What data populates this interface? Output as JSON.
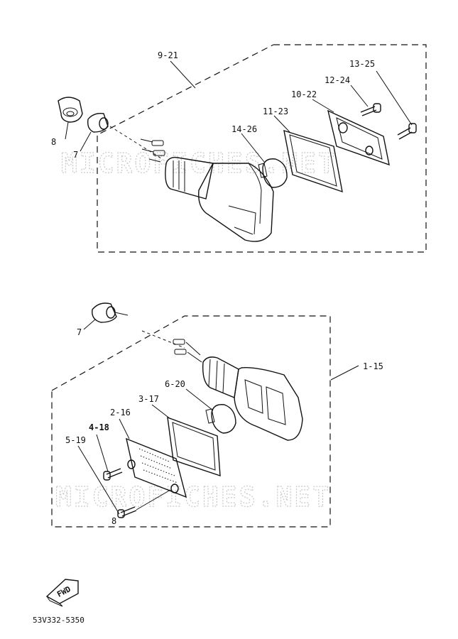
{
  "watermark": "MICROFICHES.NET",
  "diagram_code": "53V332-5350",
  "fwd_label": "FWD",
  "labels": {
    "upper": {
      "assembly": "9-21",
      "p8": "8",
      "p7": "7",
      "p14": "14-26",
      "p11": "11-23",
      "p10": "10-22",
      "p12": "12-24",
      "p13": "13-25"
    },
    "lower": {
      "p7": "7",
      "assembly": "1-15",
      "p6": "6-20",
      "p3": "3-17",
      "p2": "2-16",
      "p4": "4-18",
      "p5": "5-19",
      "p8": "8"
    }
  }
}
